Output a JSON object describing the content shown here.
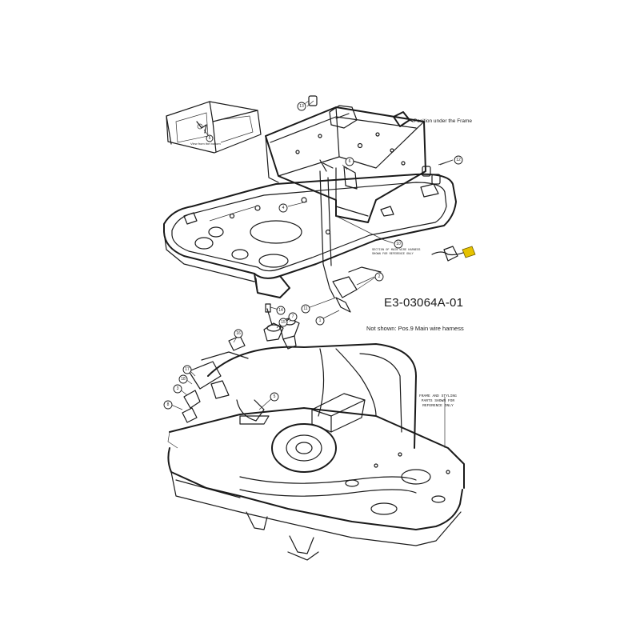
{
  "drawing_code": "E3-03064A-01",
  "not_shown_note": "Not shown: Pos.9   Main wire harness",
  "position_note": "Position under the Frame",
  "inset_caption": "View from the bottom",
  "reference_note": "SECTION OF MAIN WIRE HARNESS\nSHOWN FOR REFERENCE ONLY",
  "frame_note": "FRAME AND STYLING\nPARTS SHOWN FOR\nREFERENCE ONLY",
  "callouts": [
    "1",
    "2",
    "3",
    "4",
    "5",
    "6",
    "7",
    "8",
    "10",
    "11",
    "12",
    "13",
    "14",
    "15",
    "16",
    "17",
    "18"
  ],
  "colors": {
    "line": "#1a1a1a",
    "highlight": "#e6c200",
    "background": "#ffffff"
  }
}
